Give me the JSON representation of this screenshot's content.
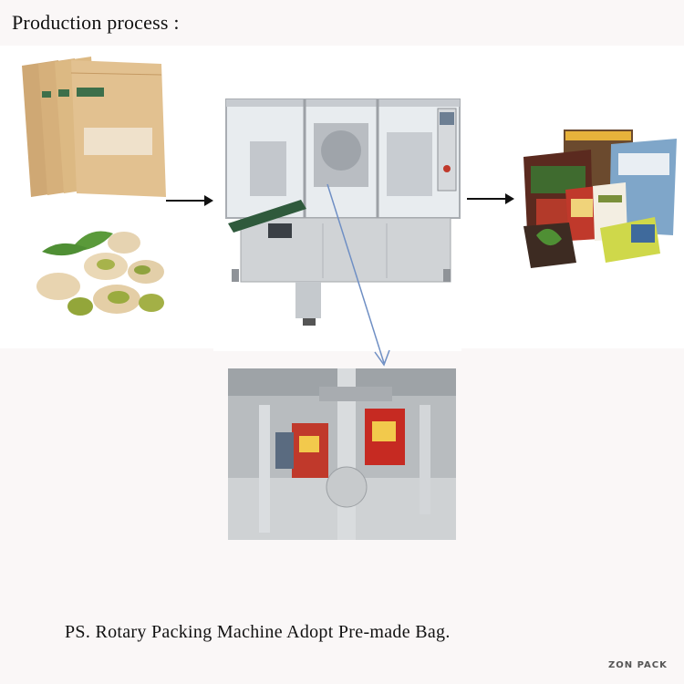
{
  "header": {
    "title": "Production process :"
  },
  "caption": {
    "text": "PS. Rotary Packing Machine Adopt Pre-made Bag."
  },
  "watermark": {
    "text": "ZON PACK"
  },
  "images": {
    "kraft_bags": "kraft-paper-stand-up-pouches",
    "pistachios": "pistachio-nuts-with-leaves",
    "machine": "rotary-premade-bag-packing-machine",
    "packaged_products": "finished-packaged-pouches",
    "detail": "rotary-bag-gripper-station-closeup"
  },
  "colors": {
    "arrow": "#111111",
    "pointer_line": "#6f8fc4",
    "kraft": "#d9b98a",
    "steel": "#cfd1d3"
  }
}
